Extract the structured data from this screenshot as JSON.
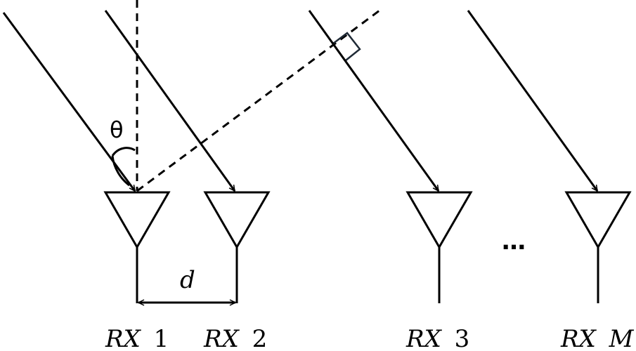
{
  "diagram": {
    "theta_label": "θ",
    "spacing_label": "d",
    "ellipsis": "…",
    "receivers": [
      {
        "prefix": "RX",
        "index": "1"
      },
      {
        "prefix": "RX",
        "index": "2"
      },
      {
        "prefix": "RX",
        "index": "3"
      },
      {
        "prefix": "RX",
        "index": "M"
      }
    ]
  }
}
